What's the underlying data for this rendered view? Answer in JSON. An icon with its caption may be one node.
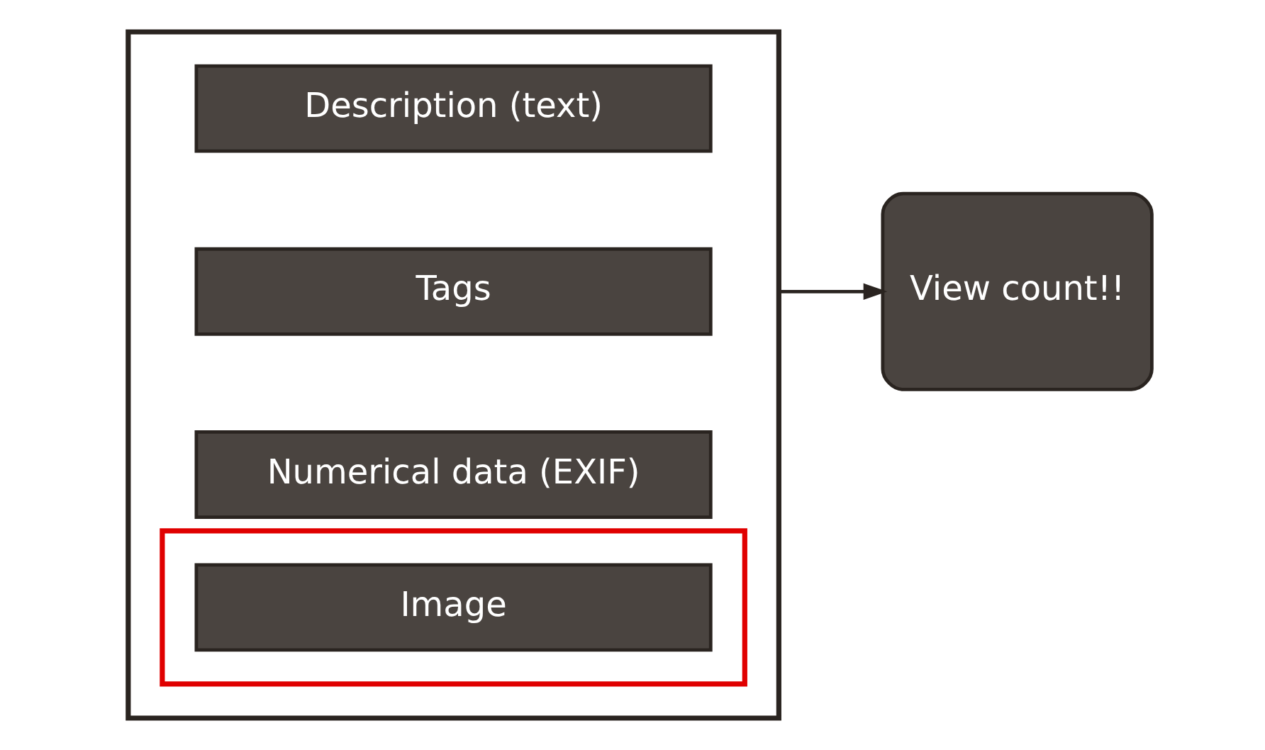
{
  "diagram": {
    "nodes": [
      {
        "text": [],
        "shape": "box"
      },
      {
        "text": [
          "Description (text)"
        ],
        "in": 0
      },
      {
        "text": [
          "Tags"
        ],
        "in": 0
      },
      {
        "text": [
          "Numerical data (EXIF)"
        ],
        "in": 0
      },
      {
        "text": [],
        "shape": "box",
        "in": 0
      },
      {
        "text": [
          "Image"
        ],
        "in": 4
      },
      {
        "text": [
          "View count!!"
        ]
      }
    ],
    "edges": [
      {
        "from": 0,
        "to": 6,
        "arrow": "to"
      }
    ]
  }
}
